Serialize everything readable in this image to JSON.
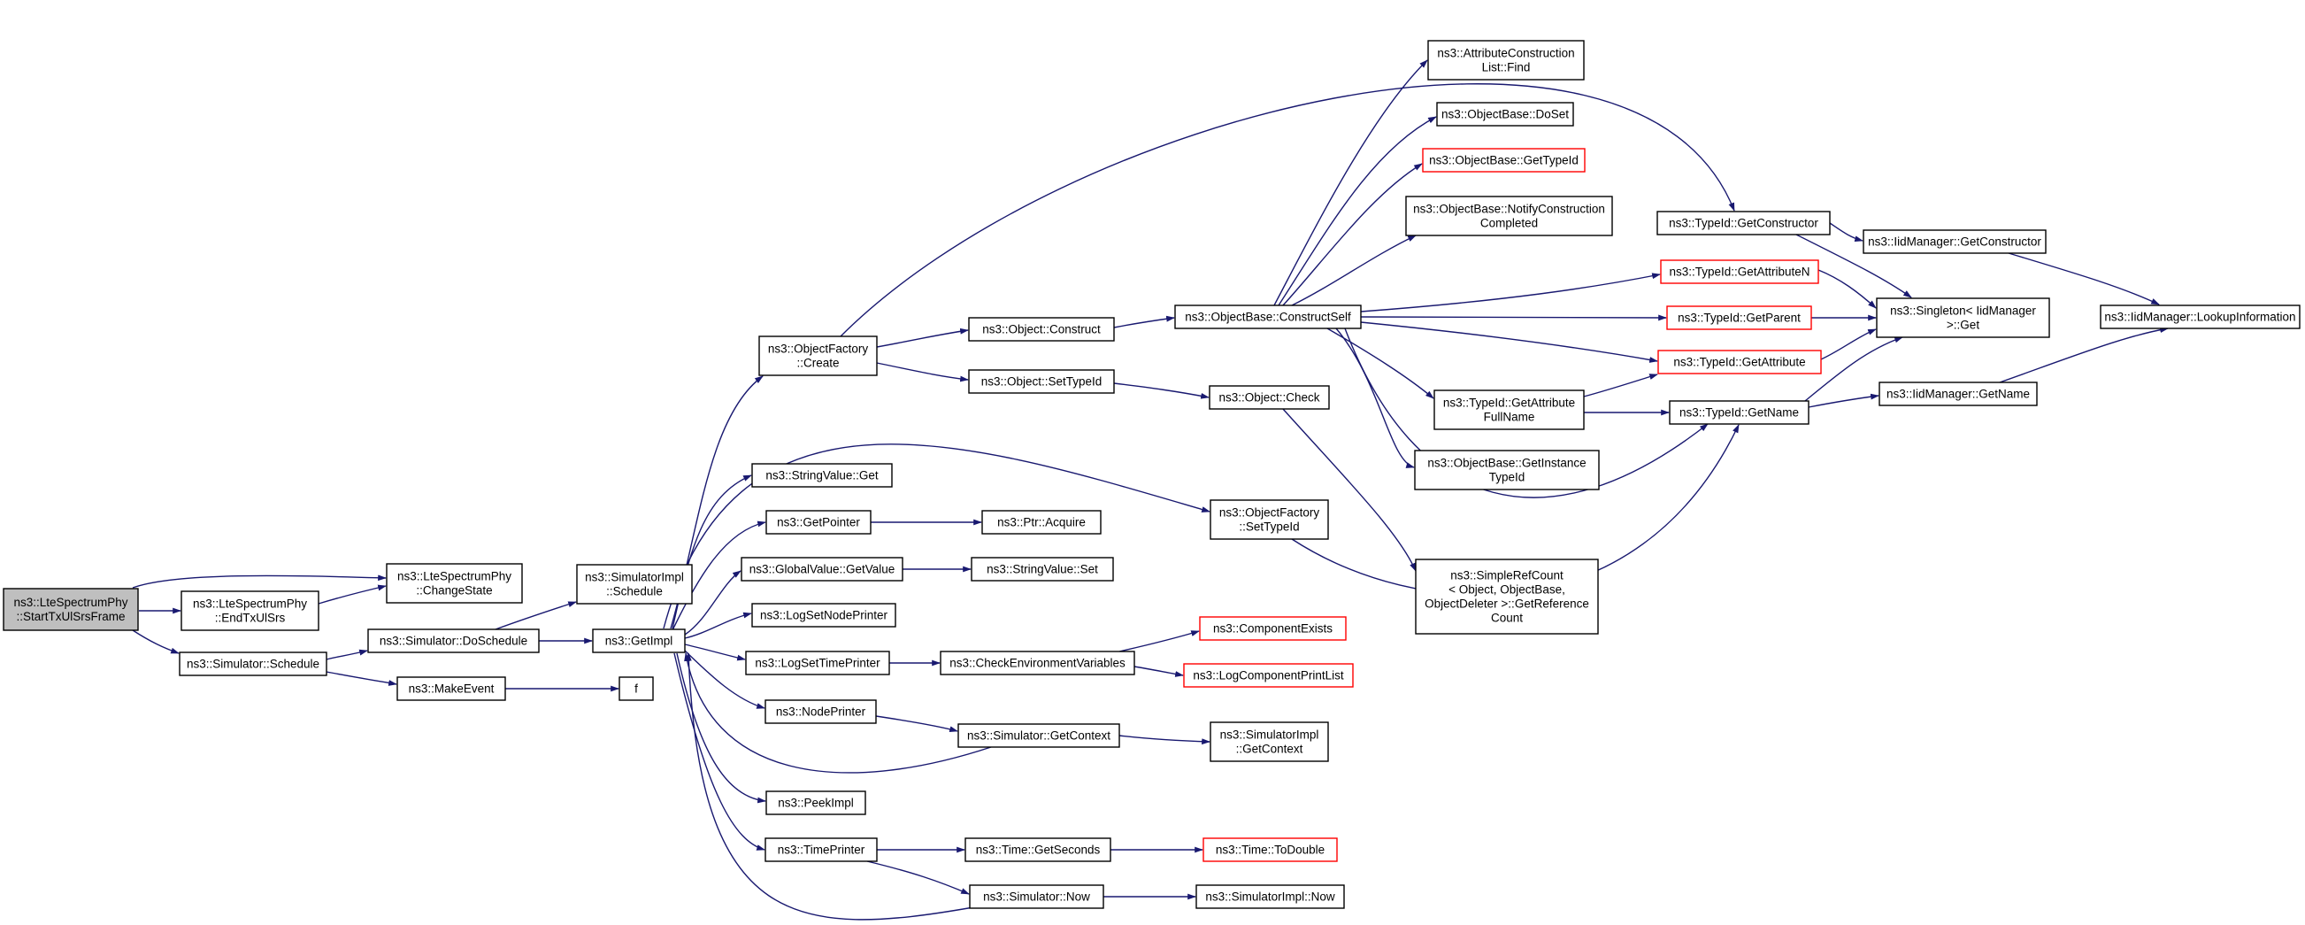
{
  "diagram": {
    "nodes": [
      {
        "id": "n0",
        "lines": [
          "ns3::LteSpectrumPhy",
          "::StartTxUlSrsFrame"
        ],
        "style": "root"
      },
      {
        "id": "n1",
        "lines": [
          "ns3::LteSpectrumPhy",
          "::EndTxUlSrs"
        ],
        "style": "normal"
      },
      {
        "id": "n2",
        "lines": [
          "ns3::LteSpectrumPhy",
          "::ChangeState"
        ],
        "style": "normal"
      },
      {
        "id": "n3",
        "lines": [
          "ns3::Simulator::Schedule"
        ],
        "style": "normal"
      },
      {
        "id": "n4",
        "lines": [
          "ns3::Simulator::DoSchedule"
        ],
        "style": "normal"
      },
      {
        "id": "n5",
        "lines": [
          "ns3::MakeEvent"
        ],
        "style": "normal"
      },
      {
        "id": "n6",
        "lines": [
          "ns3::SimulatorImpl",
          "::Schedule"
        ],
        "style": "normal"
      },
      {
        "id": "n7",
        "lines": [
          "ns3::GetImpl"
        ],
        "style": "normal"
      },
      {
        "id": "n8",
        "lines": [
          "f"
        ],
        "style": "normal"
      },
      {
        "id": "n9",
        "lines": [
          "ns3::ObjectFactory",
          "::Create"
        ],
        "style": "normal"
      },
      {
        "id": "n10",
        "lines": [
          "ns3::StringValue::Get"
        ],
        "style": "normal"
      },
      {
        "id": "n11",
        "lines": [
          "ns3::GetPointer"
        ],
        "style": "normal"
      },
      {
        "id": "n12",
        "lines": [
          "ns3::GlobalValue::GetValue"
        ],
        "style": "normal"
      },
      {
        "id": "n13",
        "lines": [
          "ns3::LogSetNodePrinter"
        ],
        "style": "normal"
      },
      {
        "id": "n14",
        "lines": [
          "ns3::LogSetTimePrinter"
        ],
        "style": "normal"
      },
      {
        "id": "n15",
        "lines": [
          "ns3::NodePrinter"
        ],
        "style": "normal"
      },
      {
        "id": "n16",
        "lines": [
          "ns3::PeekImpl"
        ],
        "style": "normal"
      },
      {
        "id": "n17",
        "lines": [
          "ns3::TimePrinter"
        ],
        "style": "normal"
      },
      {
        "id": "n18",
        "lines": [
          "ns3::Object::Construct"
        ],
        "style": "normal"
      },
      {
        "id": "n19",
        "lines": [
          "ns3::Object::SetTypeId"
        ],
        "style": "normal"
      },
      {
        "id": "n20",
        "lines": [
          "ns3::Ptr::Acquire"
        ],
        "style": "normal"
      },
      {
        "id": "n21",
        "lines": [
          "ns3::StringValue::Set"
        ],
        "style": "normal"
      },
      {
        "id": "n22",
        "lines": [
          "ns3::CheckEnvironmentVariables"
        ],
        "style": "normal"
      },
      {
        "id": "n23",
        "lines": [
          "ns3::Simulator::GetContext"
        ],
        "style": "normal"
      },
      {
        "id": "n24",
        "lines": [
          "ns3::Time::GetSeconds"
        ],
        "style": "normal"
      },
      {
        "id": "n25",
        "lines": [
          "ns3::Simulator::Now"
        ],
        "style": "normal"
      },
      {
        "id": "n26",
        "lines": [
          "ns3::ObjectBase::ConstructSelf"
        ],
        "style": "normal"
      },
      {
        "id": "n27",
        "lines": [
          "ns3::Object::Check"
        ],
        "style": "normal"
      },
      {
        "id": "n28",
        "lines": [
          "ns3::ObjectFactory",
          "::SetTypeId"
        ],
        "style": "normal"
      },
      {
        "id": "n29",
        "lines": [
          "ns3::ComponentExists"
        ],
        "style": "red"
      },
      {
        "id": "n30",
        "lines": [
          "ns3::LogComponentPrintList"
        ],
        "style": "red"
      },
      {
        "id": "n31",
        "lines": [
          "ns3::SimulatorImpl",
          "::GetContext"
        ],
        "style": "normal"
      },
      {
        "id": "n32",
        "lines": [
          "ns3::Time::ToDouble"
        ],
        "style": "red"
      },
      {
        "id": "n33",
        "lines": [
          "ns3::SimulatorImpl::Now"
        ],
        "style": "normal"
      },
      {
        "id": "n34",
        "lines": [
          "ns3::AttributeConstruction",
          "List::Find"
        ],
        "style": "normal"
      },
      {
        "id": "n35",
        "lines": [
          "ns3::ObjectBase::DoSet"
        ],
        "style": "normal"
      },
      {
        "id": "n36",
        "lines": [
          "ns3::ObjectBase::GetTypeId"
        ],
        "style": "red"
      },
      {
        "id": "n37",
        "lines": [
          "ns3::ObjectBase::NotifyConstruction",
          "Completed"
        ],
        "style": "normal"
      },
      {
        "id": "n38",
        "lines": [
          "ns3::TypeId::GetAttribute",
          "FullName"
        ],
        "style": "normal"
      },
      {
        "id": "n39",
        "lines": [
          "ns3::ObjectBase::GetInstance",
          "TypeId"
        ],
        "style": "normal"
      },
      {
        "id": "n40",
        "lines": [
          "ns3::SimpleRefCount",
          "< Object, ObjectBase,",
          "ObjectDeleter >::GetReference",
          "Count"
        ],
        "style": "normal"
      },
      {
        "id": "n41",
        "lines": [
          "ns3::TypeId::GetConstructor"
        ],
        "style": "normal"
      },
      {
        "id": "n42",
        "lines": [
          "ns3::TypeId::GetAttributeN"
        ],
        "style": "red"
      },
      {
        "id": "n43",
        "lines": [
          "ns3::TypeId::GetParent"
        ],
        "style": "red"
      },
      {
        "id": "n44",
        "lines": [
          "ns3::TypeId::GetAttribute"
        ],
        "style": "red"
      },
      {
        "id": "n45",
        "lines": [
          "ns3::TypeId::GetName"
        ],
        "style": "normal"
      },
      {
        "id": "n46",
        "lines": [
          "ns3::IidManager::GetConstructor"
        ],
        "style": "normal"
      },
      {
        "id": "n47",
        "lines": [
          "ns3::Singleton< IidManager",
          ">::Get"
        ],
        "style": "normal"
      },
      {
        "id": "n48",
        "lines": [
          "ns3::IidManager::GetName"
        ],
        "style": "normal"
      },
      {
        "id": "n49",
        "lines": [
          "ns3::IidManager::LookupInformation"
        ],
        "style": "normal"
      }
    ]
  }
}
